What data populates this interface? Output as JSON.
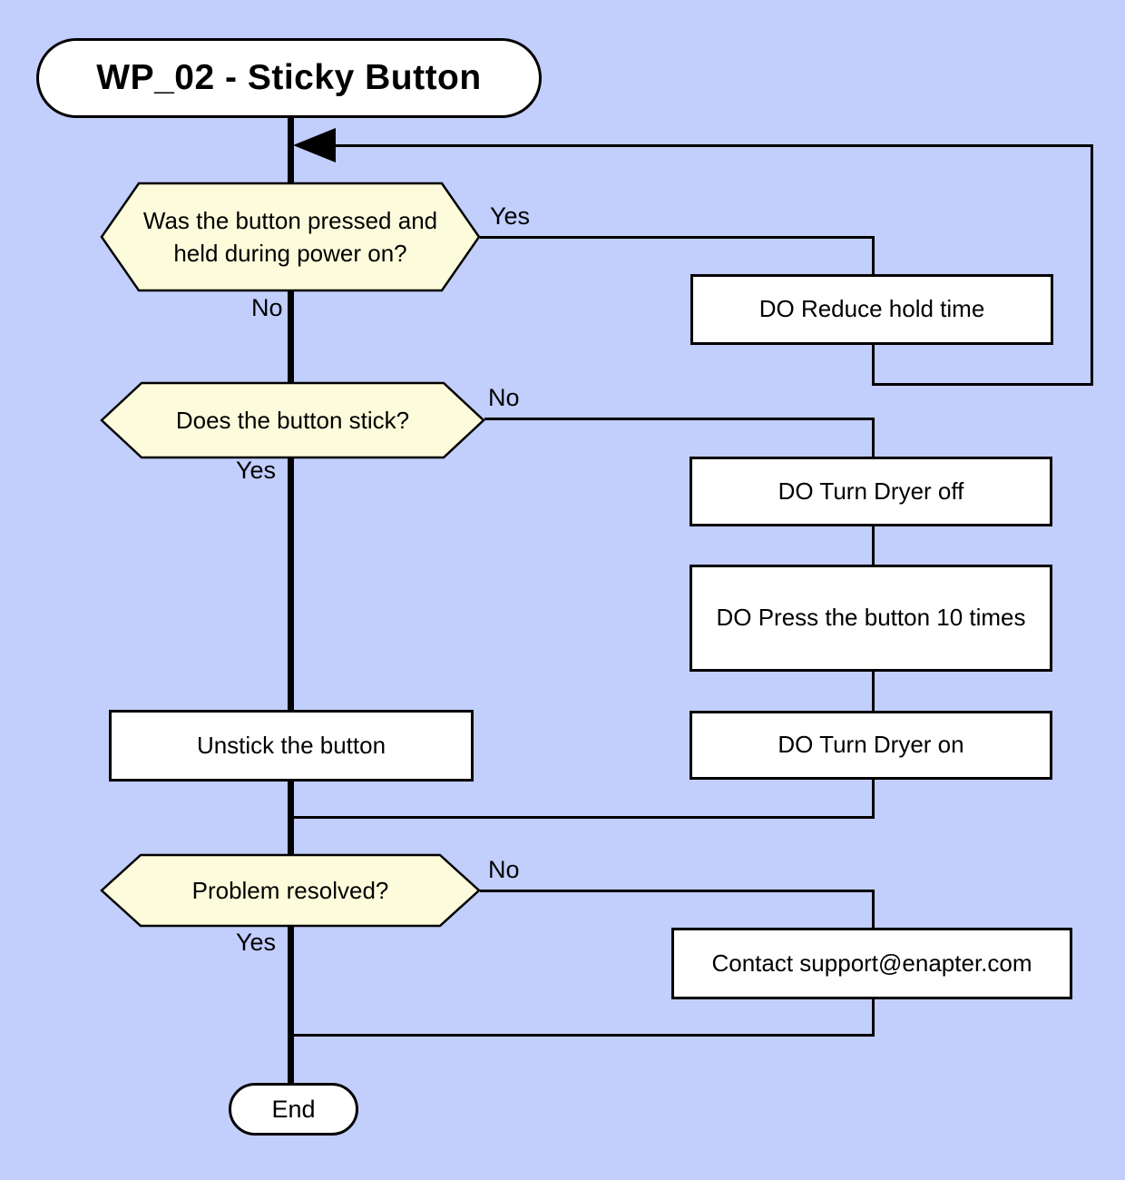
{
  "diagram": {
    "title": "WP_02 - Sticky Button",
    "end_label": "End",
    "decisions": [
      {
        "question": "Was the button pressed and held during power on?",
        "yes_label": "Yes",
        "no_label": "No"
      },
      {
        "question": "Does the button stick?",
        "yes_label": "Yes",
        "no_label": "No"
      },
      {
        "question": "Problem resolved?",
        "yes_label": "Yes",
        "no_label": "No"
      }
    ],
    "processes": [
      {
        "label": "DO Reduce hold time"
      },
      {
        "label": "DO Turn Dryer off"
      },
      {
        "label": "DO Press the button 10 times"
      },
      {
        "label": "DO Turn Dryer on"
      },
      {
        "label": "Unstick the button"
      },
      {
        "label": "Contact support@enapter.com"
      }
    ],
    "colors": {
      "background": "#c2cefb",
      "decision_fill": "#fcfcdc",
      "process_fill": "#ffffff",
      "line": "#000000"
    }
  }
}
